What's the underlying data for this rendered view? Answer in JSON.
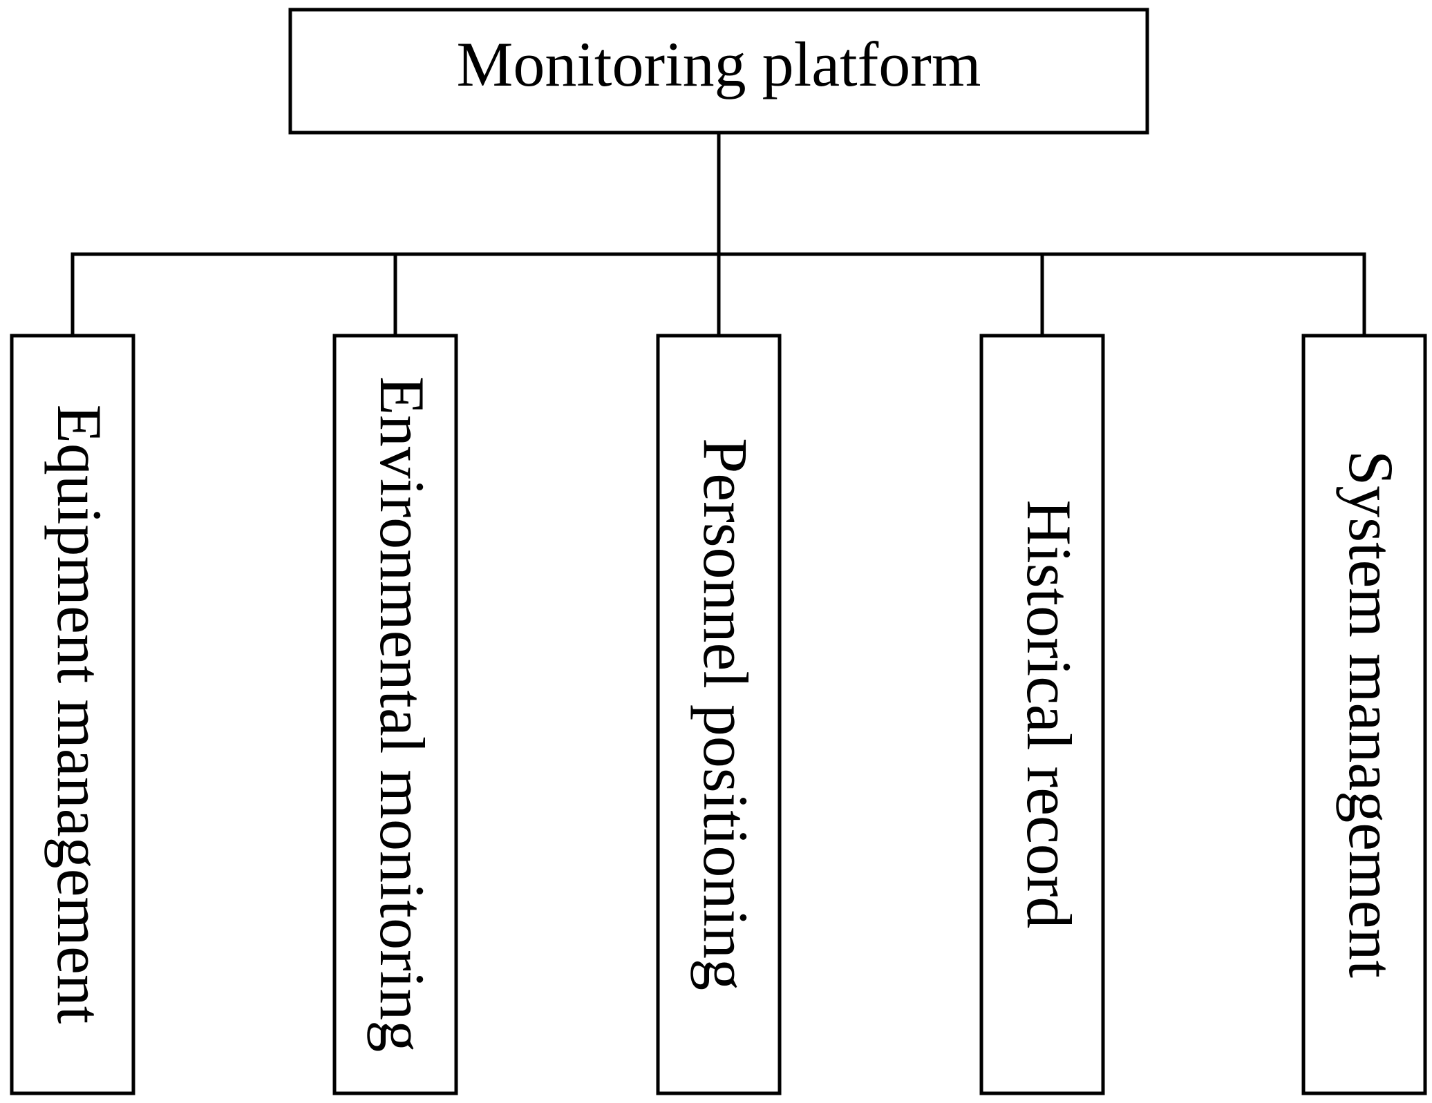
{
  "root": {
    "label": "Monitoring platform"
  },
  "children": [
    {
      "id": "equipment-management",
      "label": "Equipment management"
    },
    {
      "id": "environmental-monitoring",
      "label": "Environmental monitoring"
    },
    {
      "id": "personnel-positioning",
      "label": "Personnel positioning"
    },
    {
      "id": "historical-record",
      "label": "Historical record"
    },
    {
      "id": "system-management",
      "label": "System management"
    }
  ],
  "colors": {
    "stroke": "#000000",
    "fill": "#ffffff",
    "text": "#000000"
  }
}
